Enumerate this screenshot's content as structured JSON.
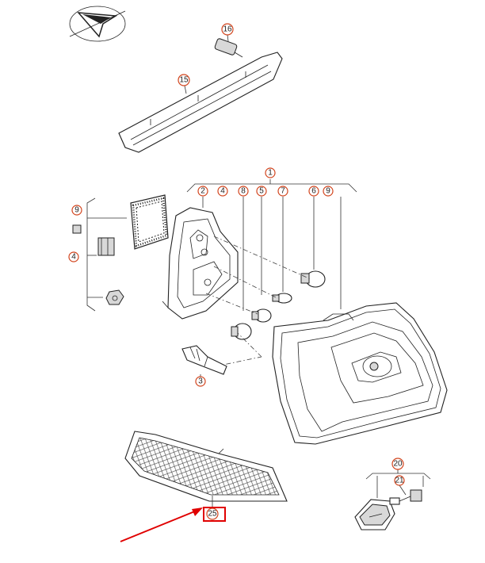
{
  "callouts": [
    {
      "id": "c16",
      "label": "16"
    },
    {
      "id": "c15",
      "label": "15"
    },
    {
      "id": "c1",
      "label": "1"
    },
    {
      "id": "c2",
      "label": "2"
    },
    {
      "id": "c4a",
      "label": "4"
    },
    {
      "id": "c8",
      "label": "8"
    },
    {
      "id": "c5",
      "label": "5"
    },
    {
      "id": "c7",
      "label": "7"
    },
    {
      "id": "c6",
      "label": "6"
    },
    {
      "id": "c9a",
      "label": "9"
    },
    {
      "id": "c9b",
      "label": "9"
    },
    {
      "id": "c4b",
      "label": "4"
    },
    {
      "id": "c3",
      "label": "3"
    },
    {
      "id": "c20",
      "label": "20"
    },
    {
      "id": "c21",
      "label": "21"
    },
    {
      "id": "c25",
      "label": "25"
    }
  ],
  "highlight": {
    "label": "25",
    "color": "#e00000"
  },
  "colors": {
    "callout_ring": "#d2451e",
    "line": "#222222",
    "arrow": "#e00000"
  }
}
